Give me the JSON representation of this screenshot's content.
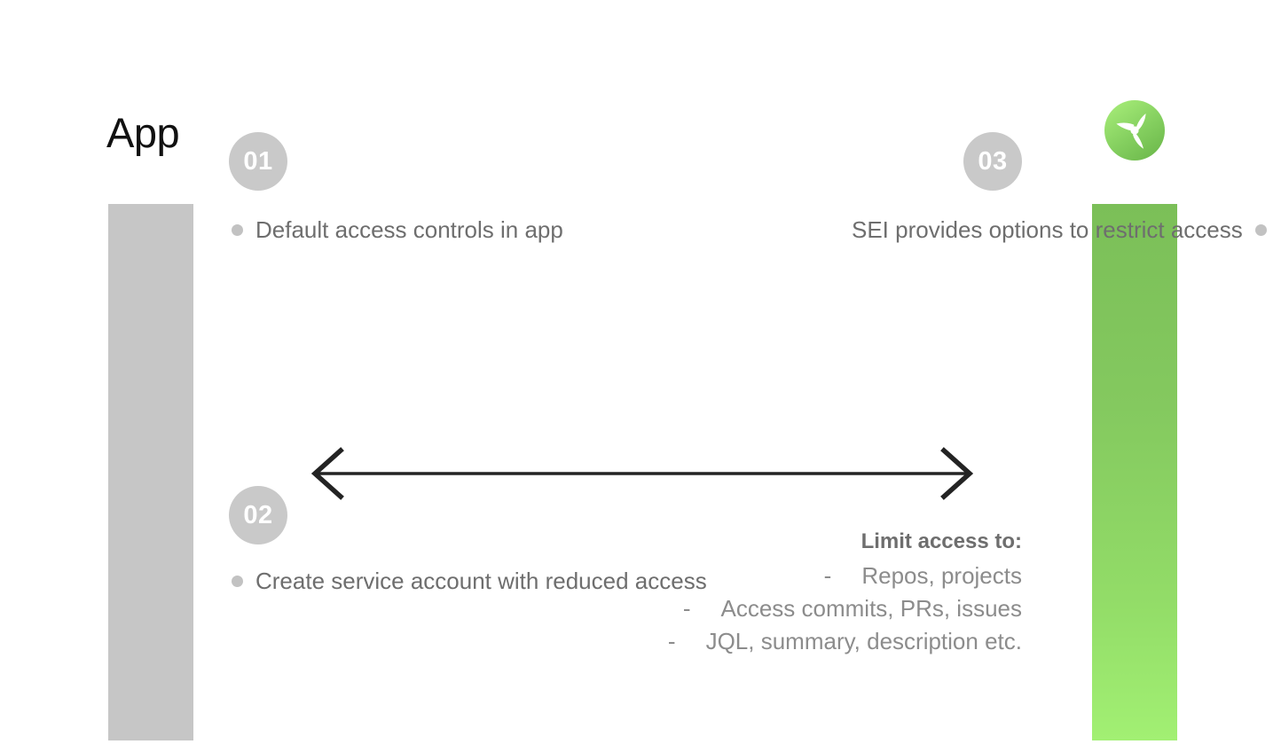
{
  "slide": {
    "title": "App",
    "logo_icon": "propeller-logo-icon",
    "accent_green_top": "#7bbf58",
    "accent_green_bottom": "#a2f073",
    "grey_bar_color": "#c6c6c6",
    "badge_color": "#c9c9c9",
    "body_text_color": "#6e6e6e"
  },
  "columns": {
    "left_bar_name": "app-column-bar",
    "right_bar_name": "sei-column-bar"
  },
  "steps": [
    {
      "number": "01",
      "text": "Default access controls in app",
      "align": "left"
    },
    {
      "number": "02",
      "text": "Create service account with reduced access",
      "align": "left"
    },
    {
      "number": "03",
      "text": "SEI provides options to restrict access",
      "align": "right"
    }
  ],
  "arrow": {
    "name": "bidirectional-arrow",
    "direction": "both"
  },
  "limit_access": {
    "title": "Limit access to:",
    "dash": "-",
    "items": [
      "Repos, projects",
      "Access commits, PRs, issues",
      "JQL, summary, description etc."
    ]
  }
}
